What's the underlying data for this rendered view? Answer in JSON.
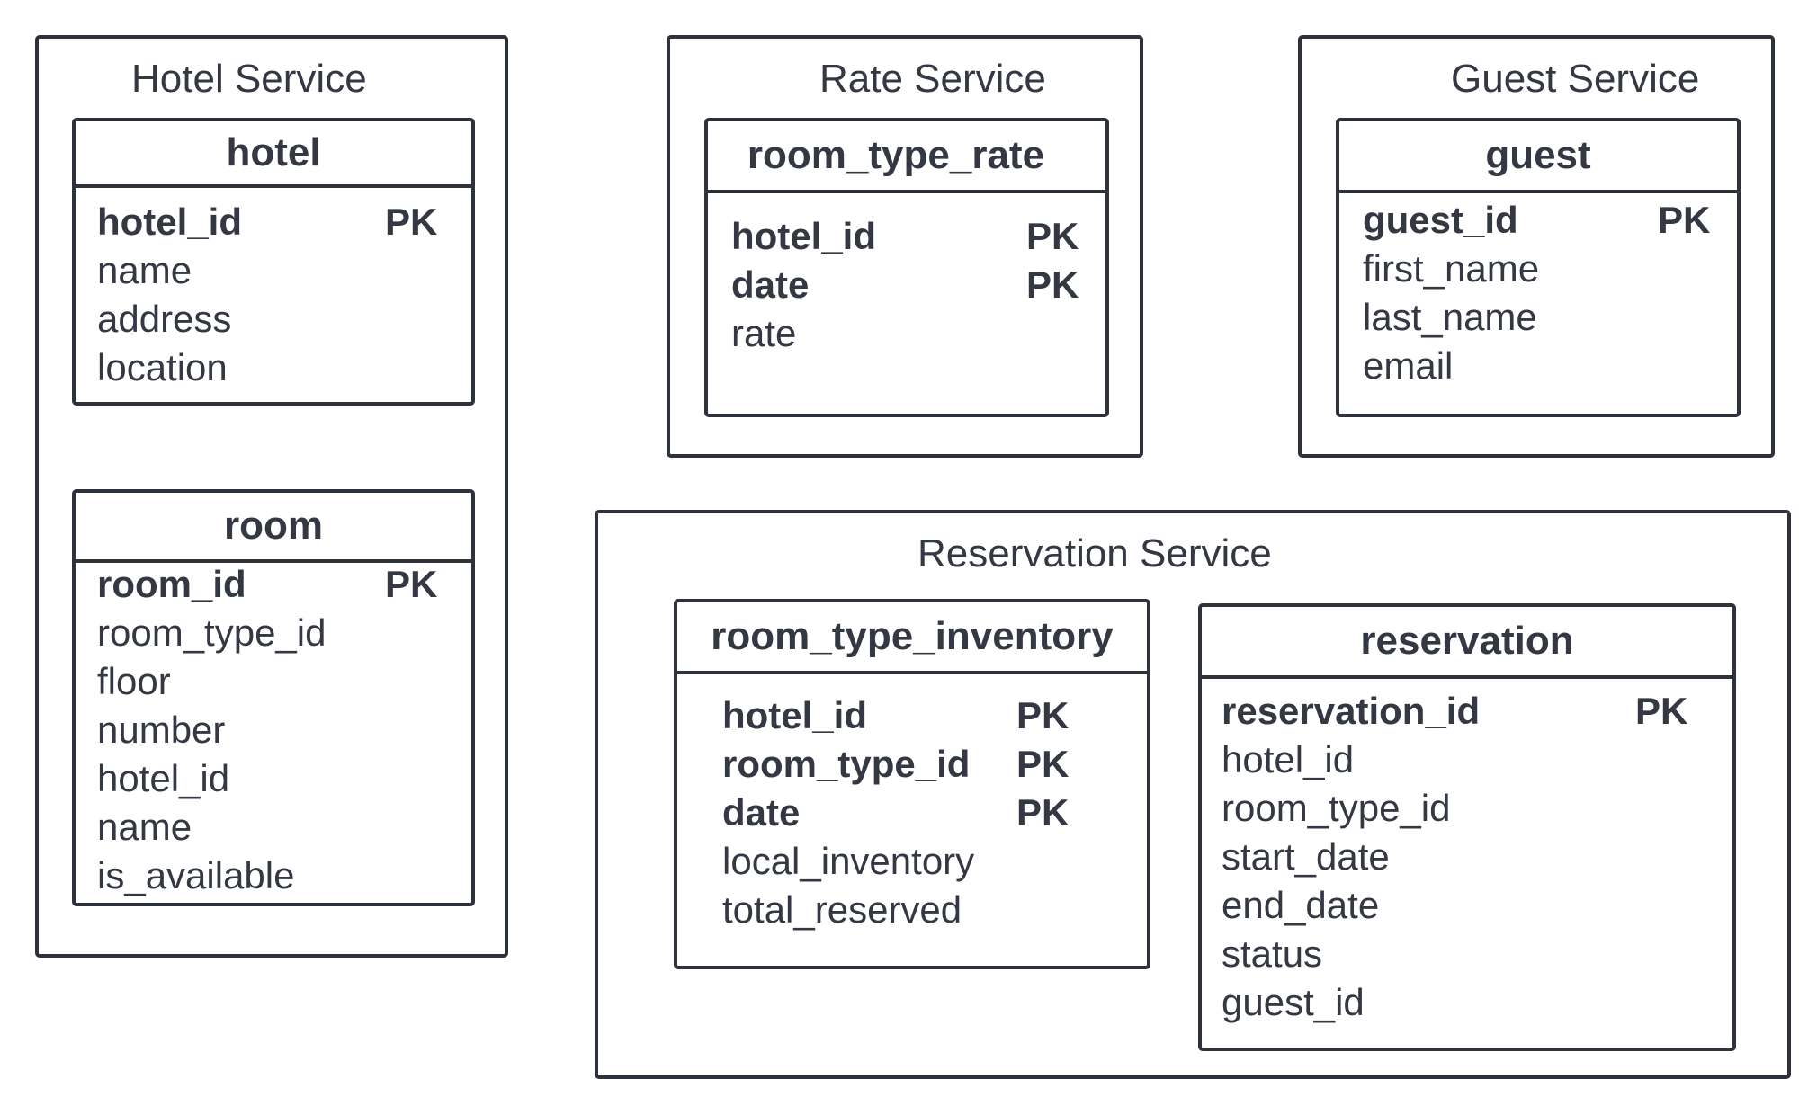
{
  "services": {
    "hotel": {
      "title": "Hotel Service",
      "tables": {
        "hotel": {
          "name": "hotel",
          "fields": [
            {
              "name": "hotel_id",
              "key": "PK"
            },
            {
              "name": "name",
              "key": ""
            },
            {
              "name": "address",
              "key": ""
            },
            {
              "name": "location",
              "key": ""
            }
          ]
        },
        "room": {
          "name": "room",
          "fields": [
            {
              "name": "room_id",
              "key": "PK"
            },
            {
              "name": "room_type_id",
              "key": ""
            },
            {
              "name": "floor",
              "key": ""
            },
            {
              "name": "number",
              "key": ""
            },
            {
              "name": "hotel_id",
              "key": ""
            },
            {
              "name": "name",
              "key": ""
            },
            {
              "name": "is_available",
              "key": ""
            }
          ]
        }
      }
    },
    "rate": {
      "title": "Rate Service",
      "tables": {
        "room_type_rate": {
          "name": "room_type_rate",
          "fields": [
            {
              "name": "hotel_id",
              "key": "PK"
            },
            {
              "name": "date",
              "key": "PK"
            },
            {
              "name": "rate",
              "key": ""
            }
          ]
        }
      }
    },
    "guest": {
      "title": "Guest Service",
      "tables": {
        "guest": {
          "name": "guest",
          "fields": [
            {
              "name": "guest_id",
              "key": "PK"
            },
            {
              "name": "first_name",
              "key": ""
            },
            {
              "name": "last_name",
              "key": ""
            },
            {
              "name": "email",
              "key": ""
            }
          ]
        }
      }
    },
    "reservation": {
      "title": "Reservation Service",
      "tables": {
        "room_type_inventory": {
          "name": "room_type_inventory",
          "fields": [
            {
              "name": "hotel_id",
              "key": "PK"
            },
            {
              "name": "room_type_id",
              "key": "PK"
            },
            {
              "name": "date",
              "key": "PK"
            },
            {
              "name": "local_inventory",
              "key": ""
            },
            {
              "name": "total_reserved",
              "key": ""
            }
          ]
        },
        "reservation": {
          "name": "reservation",
          "fields": [
            {
              "name": "reservation_id",
              "key": "PK"
            },
            {
              "name": "hotel_id",
              "key": ""
            },
            {
              "name": "room_type_id",
              "key": ""
            },
            {
              "name": "start_date",
              "key": ""
            },
            {
              "name": "end_date",
              "key": ""
            },
            {
              "name": "status",
              "key": ""
            },
            {
              "name": "guest_id",
              "key": ""
            }
          ]
        }
      }
    }
  }
}
